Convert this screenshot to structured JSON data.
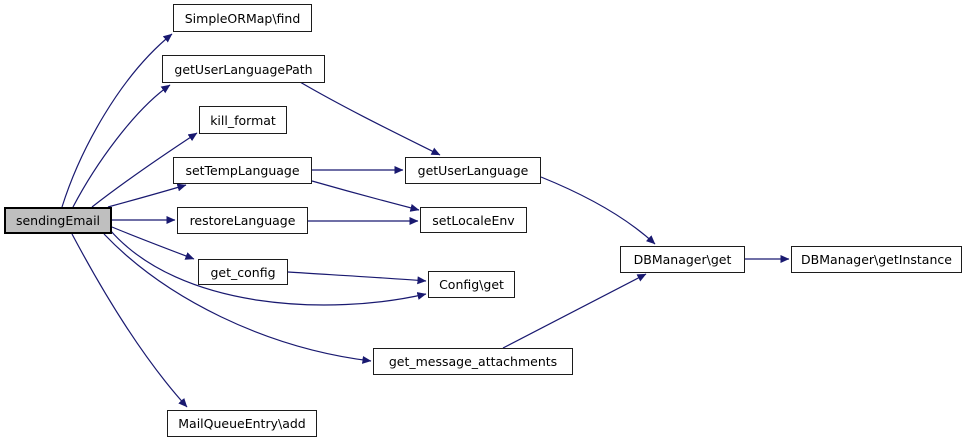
{
  "diagram": {
    "type": "call-graph",
    "edge_color": "#191970",
    "node_fill": "#ffffff",
    "node_border_color": "#000000",
    "highlight_fill": "#bfbfbf",
    "nodes": [
      {
        "id": "sendingEmail",
        "label": "sendingEmail",
        "highlighted": true
      },
      {
        "id": "simpleormap-find",
        "label": "SimpleORMap\\find",
        "highlighted": false
      },
      {
        "id": "getuserlanguagepath",
        "label": "getUserLanguagePath",
        "highlighted": false
      },
      {
        "id": "kill-format",
        "label": "kill_format",
        "highlighted": false
      },
      {
        "id": "settemplanguage",
        "label": "setTempLanguage",
        "highlighted": false
      },
      {
        "id": "restorelanguage",
        "label": "restoreLanguage",
        "highlighted": false
      },
      {
        "id": "get-config",
        "label": "get_config",
        "highlighted": false
      },
      {
        "id": "mailqueueentry-add",
        "label": "MailQueueEntry\\add",
        "highlighted": false
      },
      {
        "id": "getuserlanguage",
        "label": "getUserLanguage",
        "highlighted": false
      },
      {
        "id": "setlocaleenv",
        "label": "setLocaleEnv",
        "highlighted": false
      },
      {
        "id": "config-get",
        "label": "Config\\get",
        "highlighted": false
      },
      {
        "id": "get-message-attachments",
        "label": "get_message_attachments",
        "highlighted": false
      },
      {
        "id": "dbmanager-get",
        "label": "DBManager\\get",
        "highlighted": false
      },
      {
        "id": "dbmanager-getinstance",
        "label": "DBManager\\getInstance",
        "highlighted": false
      }
    ],
    "edges": [
      {
        "from": "sendingEmail",
        "to": "SimpleORMap\\find"
      },
      {
        "from": "sendingEmail",
        "to": "getUserLanguagePath"
      },
      {
        "from": "sendingEmail",
        "to": "kill_format"
      },
      {
        "from": "sendingEmail",
        "to": "setTempLanguage"
      },
      {
        "from": "sendingEmail",
        "to": "restoreLanguage"
      },
      {
        "from": "sendingEmail",
        "to": "get_config"
      },
      {
        "from": "sendingEmail",
        "to": "Config\\get"
      },
      {
        "from": "sendingEmail",
        "to": "get_message_attachments"
      },
      {
        "from": "sendingEmail",
        "to": "MailQueueEntry\\add"
      },
      {
        "from": "getUserLanguagePath",
        "to": "getUserLanguage"
      },
      {
        "from": "setTempLanguage",
        "to": "getUserLanguage"
      },
      {
        "from": "setTempLanguage",
        "to": "setLocaleEnv"
      },
      {
        "from": "restoreLanguage",
        "to": "setLocaleEnv"
      },
      {
        "from": "get_config",
        "to": "Config\\get"
      },
      {
        "from": "getUserLanguage",
        "to": "DBManager\\get"
      },
      {
        "from": "get_message_attachments",
        "to": "DBManager\\get"
      },
      {
        "from": "DBManager\\get",
        "to": "DBManager\\getInstance"
      }
    ]
  }
}
